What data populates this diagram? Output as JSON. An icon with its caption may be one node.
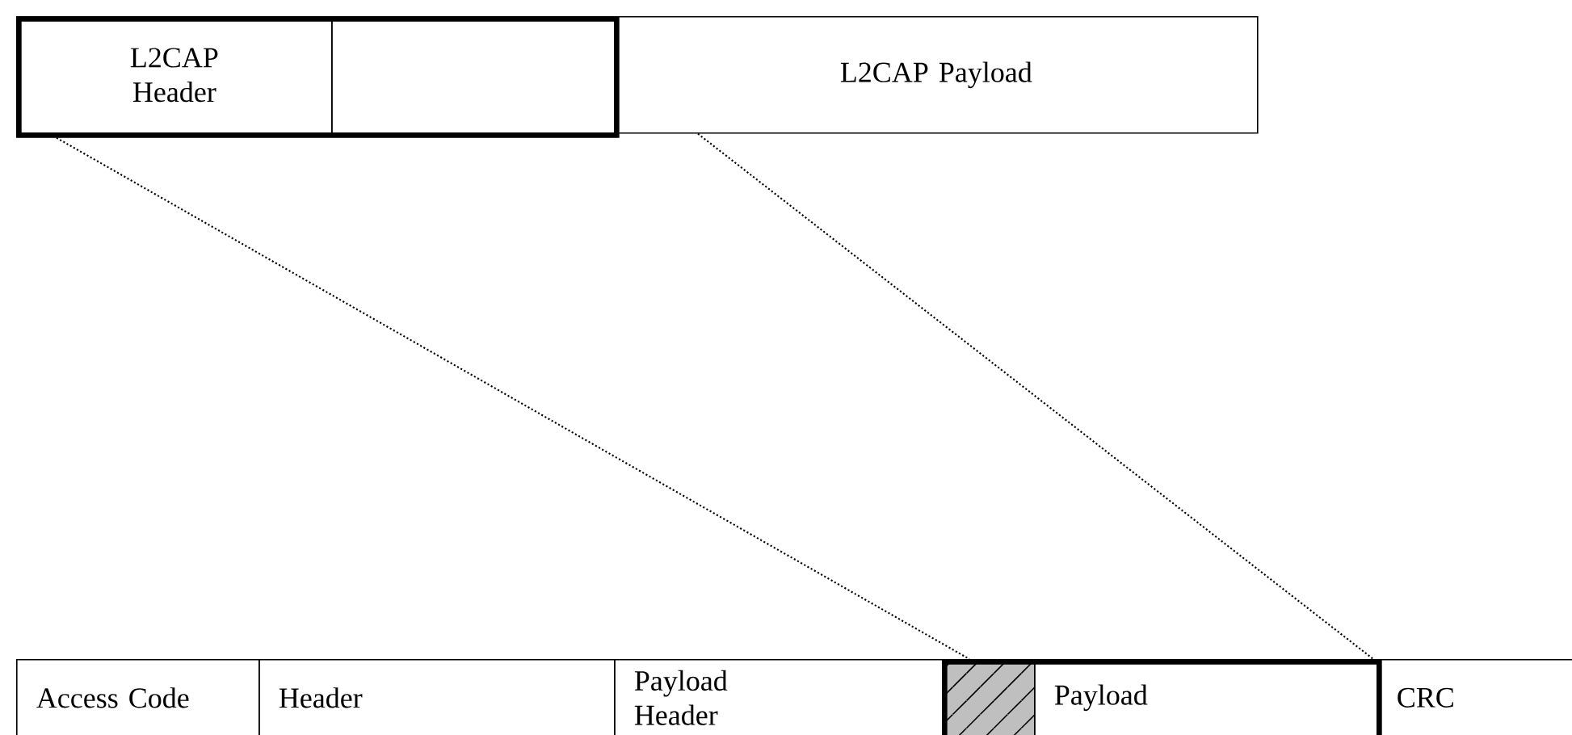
{
  "diagram": {
    "nodes": [
      {
        "text": [],
        "shape": "box"
      },
      {
        "text": [
          "L2CAP Header"
        ],
        "in": 0
      },
      {
        "text": [],
        "shape": "box",
        "in": 0
      },
      {
        "text": [
          "L2CAP Payload"
        ]
      },
      {
        "text": [
          "Access Code"
        ]
      },
      {
        "text": [
          "Header"
        ]
      },
      {
        "text": [
          "Payload Header"
        ]
      },
      {
        "text": [],
        "shape": "box"
      },
      {
        "text": [],
        "shape": "box",
        "in": 7
      },
      {
        "text": [
          "Payload"
        ],
        "in": 7
      },
      {
        "text": [
          "CRC"
        ]
      }
    ],
    "edges": [
      {
        "from": 0,
        "to": 7,
        "arrow": "none",
        "style": "dashed"
      },
      {
        "from": 3,
        "to": 7,
        "arrow": "none",
        "style": "dashed"
      }
    ]
  }
}
